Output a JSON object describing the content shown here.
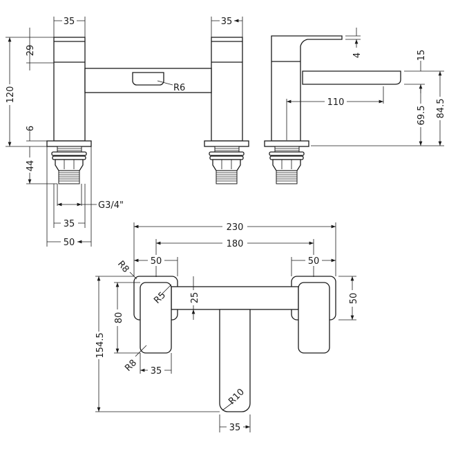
{
  "title": "Bath filler technical drawing",
  "front_view": {
    "top_width_left": "35",
    "top_width_right": "35",
    "height_total": "120",
    "handle_height": "29",
    "base_thickness": "6",
    "thread_length": "44",
    "thread_size": "G3/4\"",
    "thread_width": "35",
    "base_width": "50",
    "slot_radius": "R6"
  },
  "side_view": {
    "lever_offset": "4",
    "spout_thickness": "15",
    "spout_top_height": "84.5",
    "spout_under_height": "69.5",
    "spout_reach": "110"
  },
  "plan_view": {
    "overall_width": "230",
    "centres": "180",
    "rosette_left": "50",
    "rosette_right": "50",
    "rosette_depth": "50",
    "overall_depth": "154.5",
    "handle_length": "80",
    "bar_width": "25",
    "handle_width": "35",
    "spout_width": "35",
    "radius_rosette": "R8",
    "radius_handle_top": "R5",
    "radius_handle_bottom": "R8",
    "radius_spout": "R10"
  }
}
